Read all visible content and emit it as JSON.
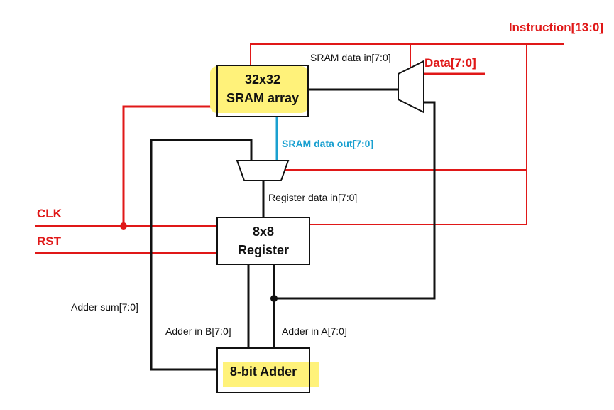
{
  "colors": {
    "control_wire": "#e01818",
    "data_wire": "#111111",
    "sram_out_wire": "#1aa0d0",
    "highlight": "#fff27a"
  },
  "signals": {
    "instruction": "Instruction[13:0]",
    "data": "Data[7:0]",
    "clk": "CLK",
    "rst": "RST"
  },
  "blocks": {
    "sram": {
      "line1": "32x32",
      "line2": "SRAM array"
    },
    "register": {
      "line1": "8x8",
      "line2": "Register"
    },
    "adder": {
      "label": "8-bit Adder"
    }
  },
  "buses": {
    "sram_data_in": "SRAM data in[7:0]",
    "sram_data_out": "SRAM data out[7:0]",
    "register_data_in": "Register data in[7:0]",
    "adder_sum": "Adder sum[7:0]",
    "adder_in_b": "Adder in B[7:0]",
    "adder_in_a": "Adder in A[7:0]"
  }
}
